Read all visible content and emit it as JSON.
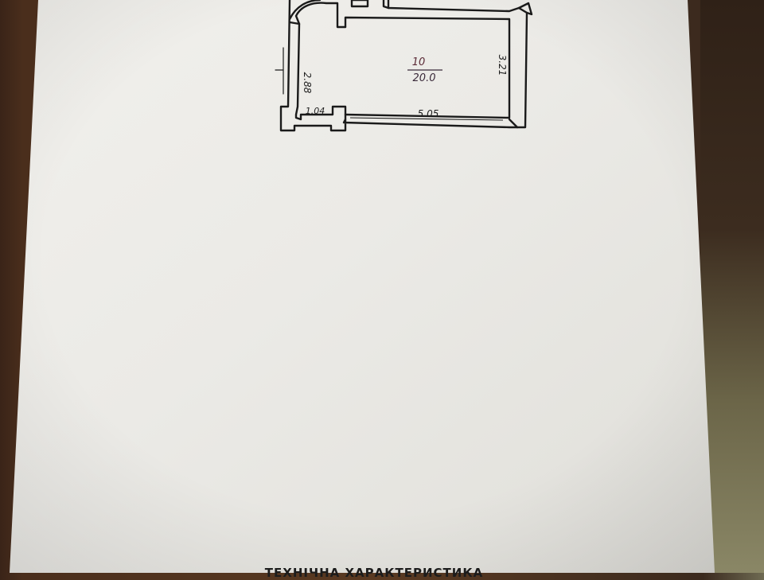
{
  "document": {
    "floor_plan": {
      "room_number": "10",
      "room_area": "20.0",
      "dimensions": {
        "height_left": "2.88",
        "height_right": "3.21",
        "width_small": "1.04",
        "width_bottom": "5.05"
      }
    },
    "heading": "ТЕХНІЧНА ХАРАКТЕРИСТИКА"
  },
  "colors": {
    "paper": "#ecebe6",
    "table_wood": "#4a2e1c",
    "ink": "#1e1e1e",
    "room_number_ink": "#5a2a36"
  }
}
